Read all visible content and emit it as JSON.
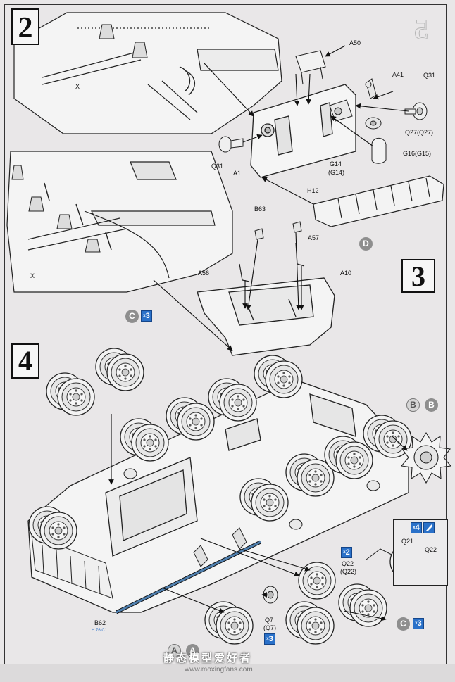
{
  "steps": {
    "step_2": "2",
    "step_3": "3",
    "step_4": "4"
  },
  "page_stamp": "5",
  "labels": {
    "x_upper": "X",
    "x_lower": "X",
    "a50": "A50",
    "a41": "A41",
    "q31_right": "Q31",
    "q27": "Q27",
    "q27_paren": "(Q27)",
    "q31_left": "Q31",
    "a1": "A1",
    "g14": "G14",
    "g14_paren": "(G14)",
    "g16": "G16",
    "g15_paren": "(G15)",
    "h12": "H12",
    "b63": "B63",
    "a57": "A57",
    "a56": "A56",
    "a10": "A10",
    "q21": "Q21",
    "q22_inset": "Q22",
    "q22": "Q22",
    "q22_paren": "(Q22)",
    "b62": "B62",
    "b62_sub": "H 76 C1",
    "q7": "Q7",
    "q7_paren": "(Q7)"
  },
  "badges": {
    "d": "D",
    "c_top": "C",
    "c_top_count": "3",
    "b_outline": "B",
    "b_solid": "B",
    "inset_count": "4",
    "q22_count": "2",
    "q7_count": "3",
    "c_bottom": "C",
    "c_bottom_count": "3",
    "a_outline": "A",
    "a_solid": "A",
    "count_prefix": "x"
  },
  "watermark": {
    "cn": "静态模型爱好者",
    "url": "www.moxingfans.com"
  },
  "colors": {
    "paper": "#e9e7e8",
    "line": "#222222",
    "part_fill": "#f4f4f4",
    "badge_blue": "#2a71c9",
    "badge_grey": "#8e8e8e",
    "track_rod": "#4f7fae"
  }
}
